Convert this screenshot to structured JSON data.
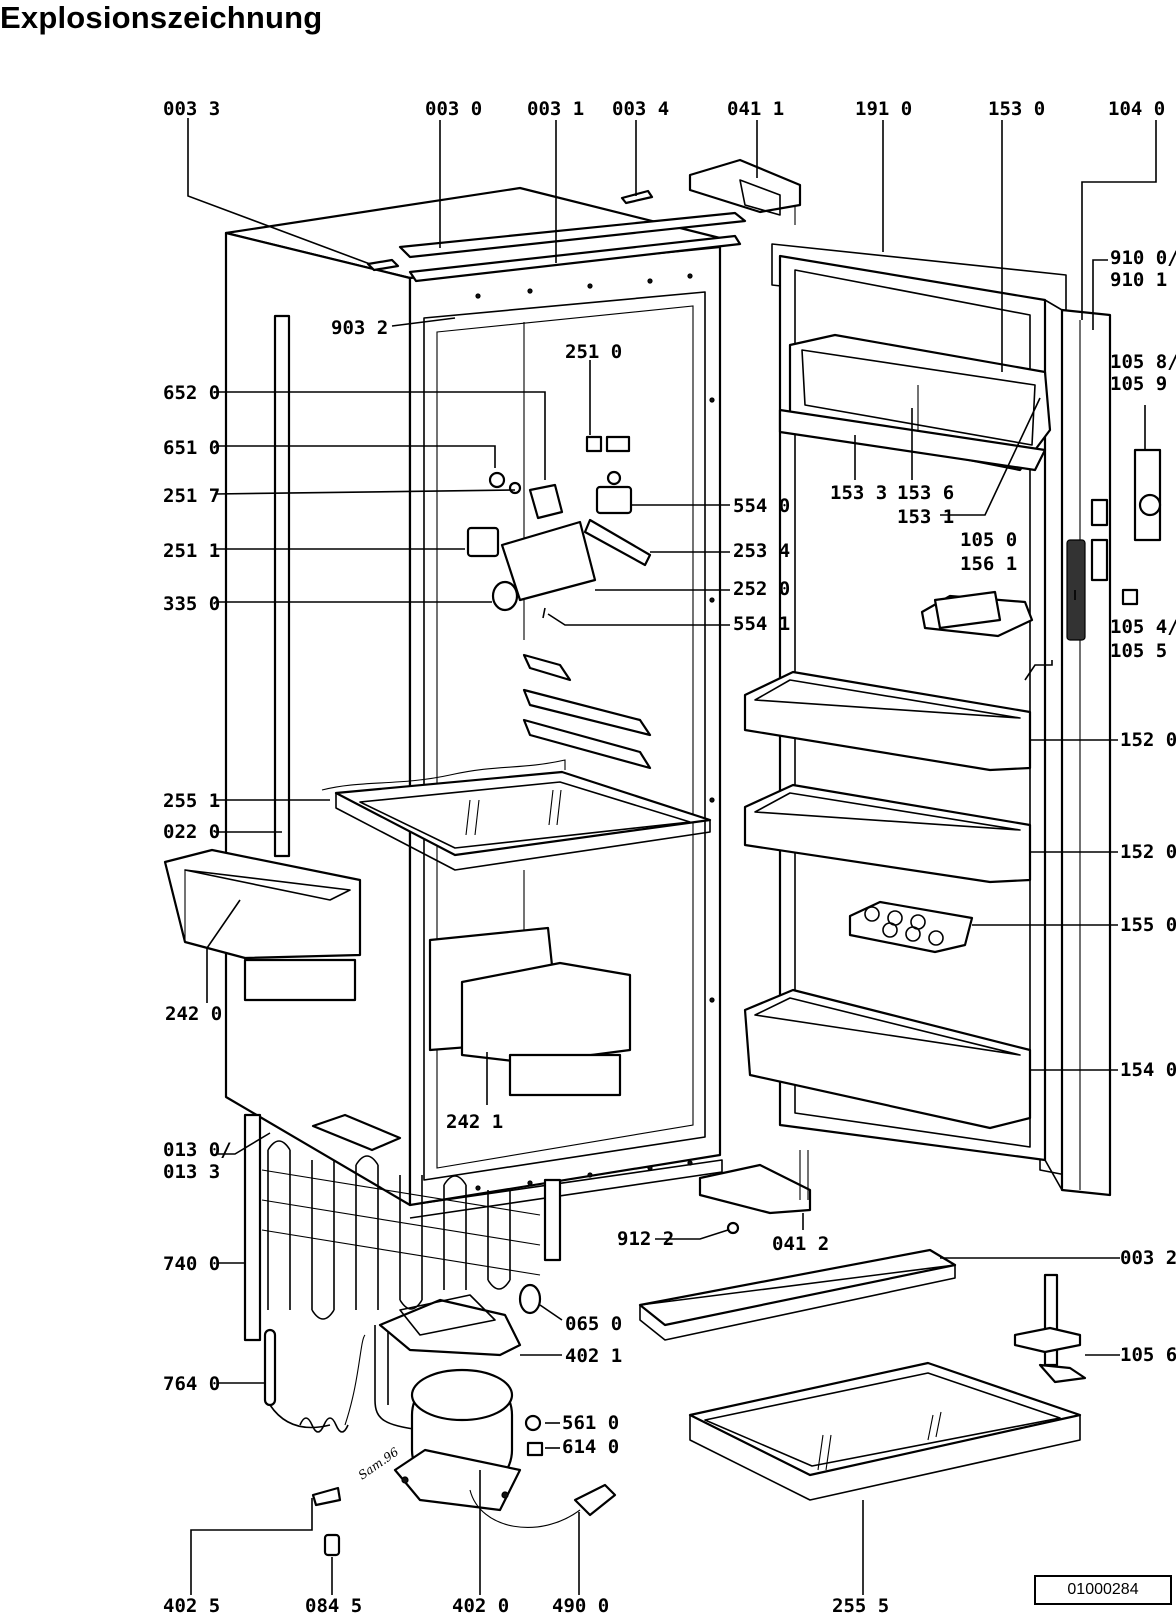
{
  "title": "Explosionszeichnung",
  "reference_number": "01000284",
  "handwriting": "Sam.96",
  "labels": {
    "l0033": "003 3",
    "l0030": "003 0",
    "l0031": "003 1",
    "l0034": "003 4",
    "l0411": "041 1",
    "l1910": "191 0",
    "l1530": "153 0",
    "l1040": "104 0",
    "l9100a": "910 0/",
    "l9101": "910 1",
    "l9032": "903 2",
    "l2510": "251 0",
    "l1058a": "105 8/",
    "l1059": "105 9",
    "l6520": "652 0",
    "l6510": "651 0",
    "l2517": "251 7",
    "l2511": "251 1",
    "l3350": "335 0",
    "l5540": "554 0",
    "l2534": "253 4",
    "l2520": "252 0",
    "l5541": "554 1",
    "l1533": "153 3",
    "l1536": "153 6",
    "l1531": "153 1",
    "l1050": "105 0",
    "l1561": "156 1",
    "l1054a": "105 4/",
    "l1055": "105 5",
    "l1520a": "152 0",
    "l1520b": "152 0",
    "l1550": "155 0",
    "l1540": "154 0",
    "l2551": "255 1",
    "l0220": "022 0",
    "l2420": "242 0",
    "l2421": "242 1",
    "l0130a": "013 0/",
    "l0133": "013 3",
    "l7400": "740 0",
    "l7640": "764 0",
    "l9122": "912 2",
    "l0412": "041 2",
    "l0032": "003 2",
    "l0650": "065 0",
    "l4021": "402 1",
    "l5610": "561 0",
    "l6140": "614 0",
    "l1056": "105 6",
    "l4025": "402 5",
    "l0845": "084 5",
    "l4020": "402 0",
    "l4900": "490 0",
    "l2555": "255 5"
  }
}
